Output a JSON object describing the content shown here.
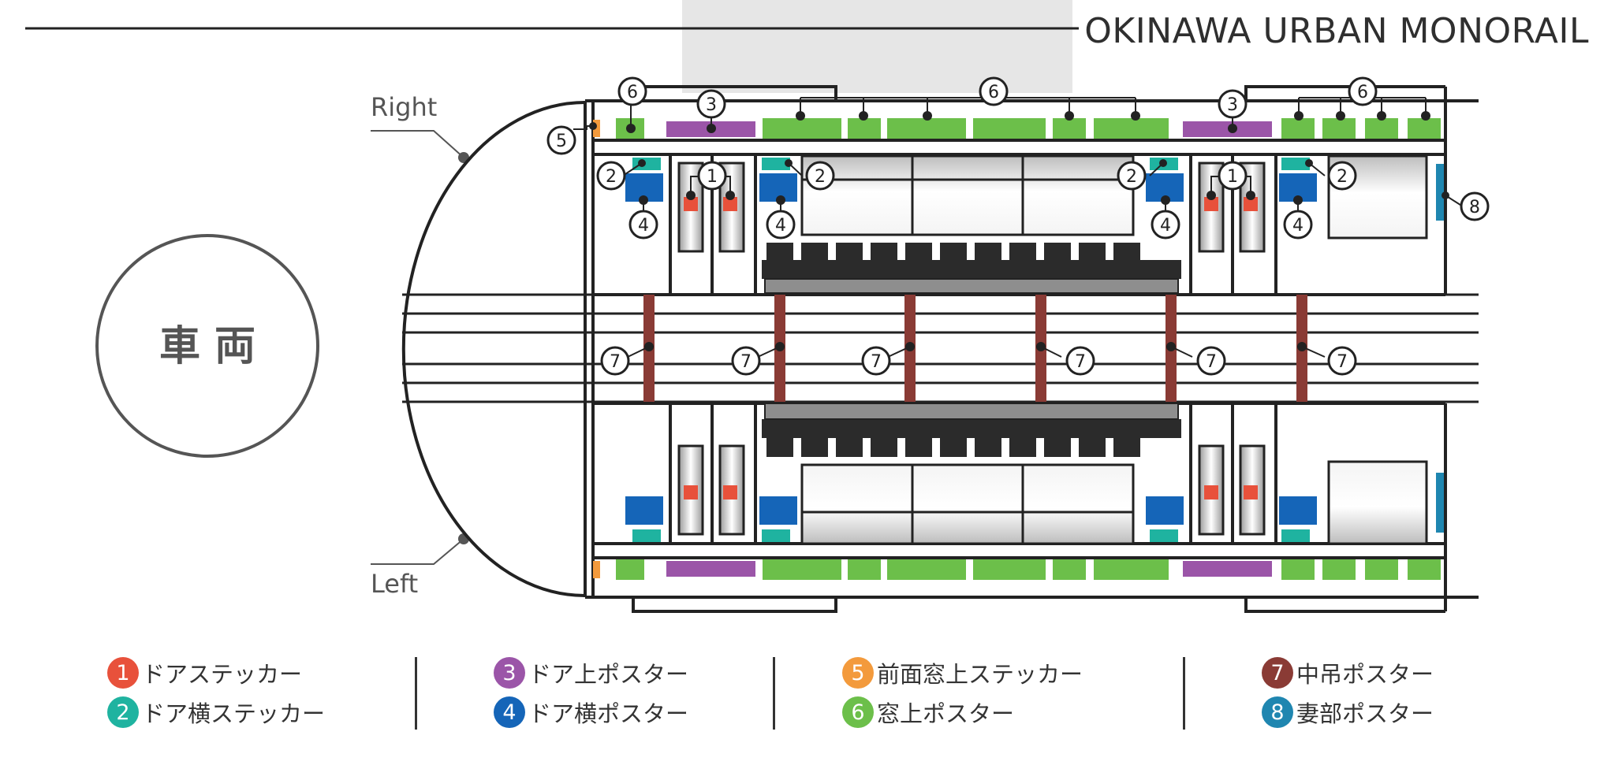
{
  "brand": "OKINAWA URBAN MONORAIL",
  "diagram": {
    "car_label": "車 両",
    "right_label": "Right",
    "left_label": "Left",
    "marker_numbers": [
      "1",
      "2",
      "3",
      "4",
      "5",
      "6",
      "7",
      "8"
    ]
  },
  "legend": [
    {
      "num": "1",
      "label": "ドアステッカー",
      "color": "#e8513b"
    },
    {
      "num": "2",
      "label": "ドア横ステッカー",
      "color": "#1fb3a0"
    },
    {
      "num": "3",
      "label": "ドア上ポスター",
      "color": "#9b55a8"
    },
    {
      "num": "4",
      "label": "ドア横ポスター",
      "color": "#1565b8"
    },
    {
      "num": "5",
      "label": "前面窓上ステッカー",
      "color": "#f39a3c"
    },
    {
      "num": "6",
      "label": "窓上ポスター",
      "color": "#6cbf4a"
    },
    {
      "num": "7",
      "label": "中吊ポスター",
      "color": "#8a3b35"
    },
    {
      "num": "8",
      "label": "妻部ポスター",
      "color": "#1f86b0"
    }
  ]
}
